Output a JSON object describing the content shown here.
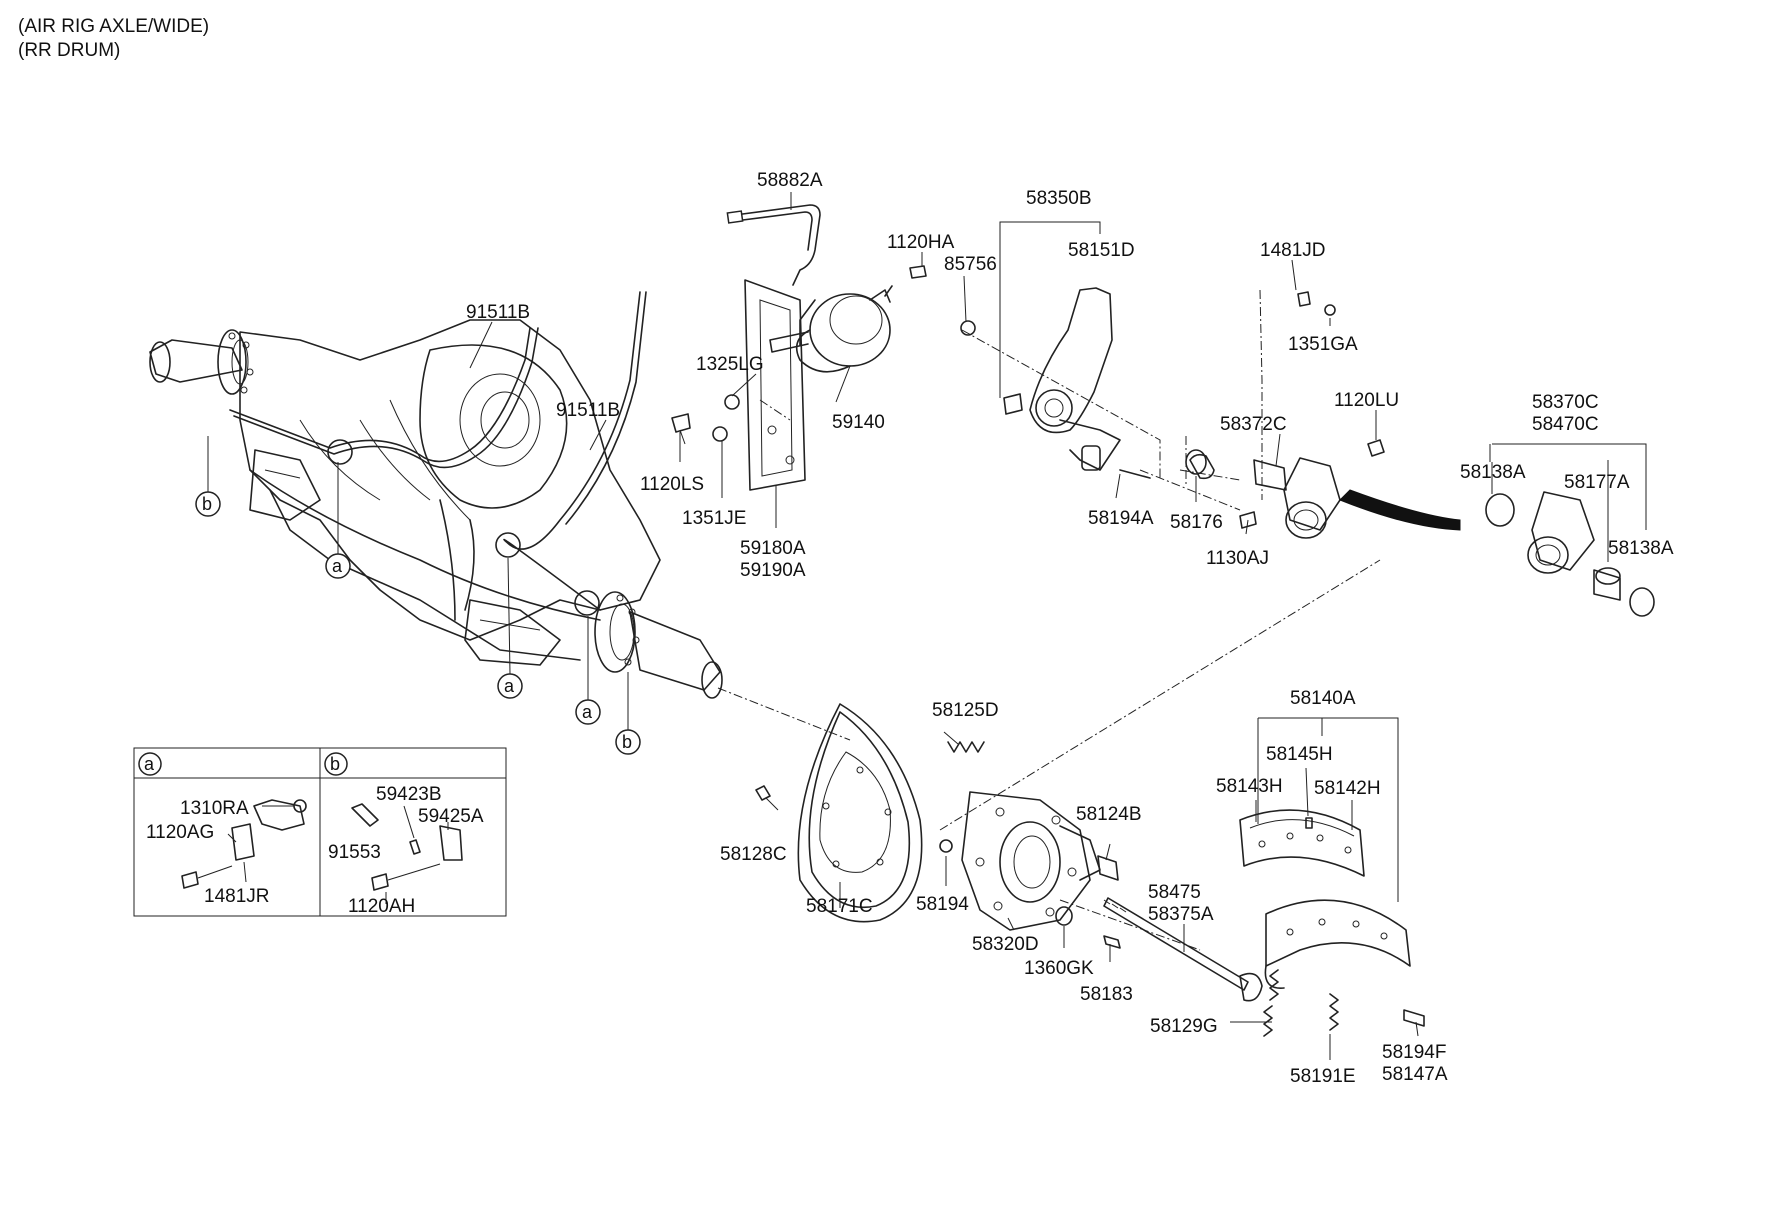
{
  "header": {
    "line1": "(AIR RIG AXLE/WIDE)",
    "line2": "(RR DRUM)"
  },
  "callouts": [
    {
      "id": "58882A",
      "text": "58882A"
    },
    {
      "id": "1120HA",
      "text": "1120HA"
    },
    {
      "id": "58350B",
      "text": "58350B"
    },
    {
      "id": "85756",
      "text": "85756"
    },
    {
      "id": "58151D",
      "text": "58151D"
    },
    {
      "id": "1481JD",
      "text": "1481JD"
    },
    {
      "id": "1351GA",
      "text": "1351GA"
    },
    {
      "id": "91511B-1",
      "text": "91511B"
    },
    {
      "id": "91511B-2",
      "text": "91511B"
    },
    {
      "id": "1325LG",
      "text": "1325LG"
    },
    {
      "id": "59140",
      "text": "59140"
    },
    {
      "id": "1120LS",
      "text": "1120LS"
    },
    {
      "id": "1351JE",
      "text": "1351JE"
    },
    {
      "id": "59180A",
      "text": "59180A"
    },
    {
      "id": "59190A",
      "text": "59190A"
    },
    {
      "id": "1120LU",
      "text": "1120LU"
    },
    {
      "id": "58372C",
      "text": "58372C"
    },
    {
      "id": "58370C",
      "text": "58370C"
    },
    {
      "id": "58470C",
      "text": "58470C"
    },
    {
      "id": "58138A-1",
      "text": "58138A"
    },
    {
      "id": "58177A",
      "text": "58177A"
    },
    {
      "id": "58138A-2",
      "text": "58138A"
    },
    {
      "id": "58194A",
      "text": "58194A"
    },
    {
      "id": "58176",
      "text": "58176"
    },
    {
      "id": "1130AJ",
      "text": "1130AJ"
    },
    {
      "id": "58125D",
      "text": "58125D"
    },
    {
      "id": "58140A",
      "text": "58140A"
    },
    {
      "id": "58145H",
      "text": "58145H"
    },
    {
      "id": "58143H",
      "text": "58143H"
    },
    {
      "id": "58142H",
      "text": "58142H"
    },
    {
      "id": "58124B",
      "text": "58124B"
    },
    {
      "id": "58128C",
      "text": "58128C"
    },
    {
      "id": "58171C",
      "text": "58171C"
    },
    {
      "id": "58194",
      "text": "58194"
    },
    {
      "id": "58475",
      "text": "58475"
    },
    {
      "id": "58375A",
      "text": "58375A"
    },
    {
      "id": "58320D",
      "text": "58320D"
    },
    {
      "id": "1360GK",
      "text": "1360GK"
    },
    {
      "id": "58183",
      "text": "58183"
    },
    {
      "id": "58129G",
      "text": "58129G"
    },
    {
      "id": "58194F",
      "text": "58194F"
    },
    {
      "id": "58147A",
      "text": "58147A"
    },
    {
      "id": "58191E",
      "text": "58191E"
    }
  ],
  "ref_markers": {
    "a": "a",
    "b": "b"
  },
  "detail_box": {
    "a_title": "a",
    "b_title": "b",
    "a_labels": [
      "1310RA",
      "1120AG",
      "1481JR"
    ],
    "b_labels": [
      "59423B",
      "59425A",
      "91553",
      "1120AH"
    ]
  }
}
